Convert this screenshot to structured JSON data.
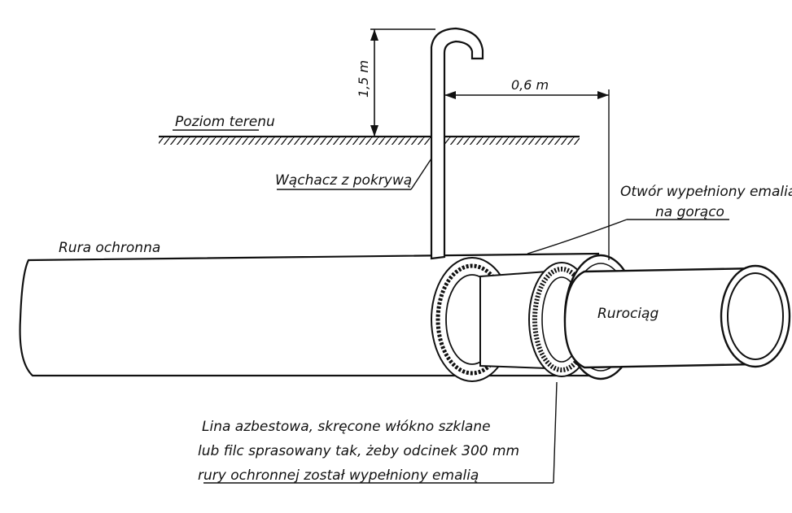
{
  "labels": {
    "ground_level": "Poziom terenu",
    "sniffer": "Wąchacz z pokrywą",
    "casing_pipe": "Rura ochronna",
    "pipeline": "Rurociąg",
    "hole_line1": "Otwór wypełniony emalią",
    "hole_line2": "na gorąco",
    "note_line1": "Lina azbestowa, skręcone włókno szklane",
    "note_line2": "lub filc sprasowany tak, żeby odcinek 300 mm",
    "note_line3": "rury ochronnej został wypełniony emalią"
  },
  "dimensions": {
    "height": "1,5 m",
    "offset": "0,6 m"
  },
  "colors": {
    "ink": "#111111",
    "paper": "#ffffff"
  }
}
